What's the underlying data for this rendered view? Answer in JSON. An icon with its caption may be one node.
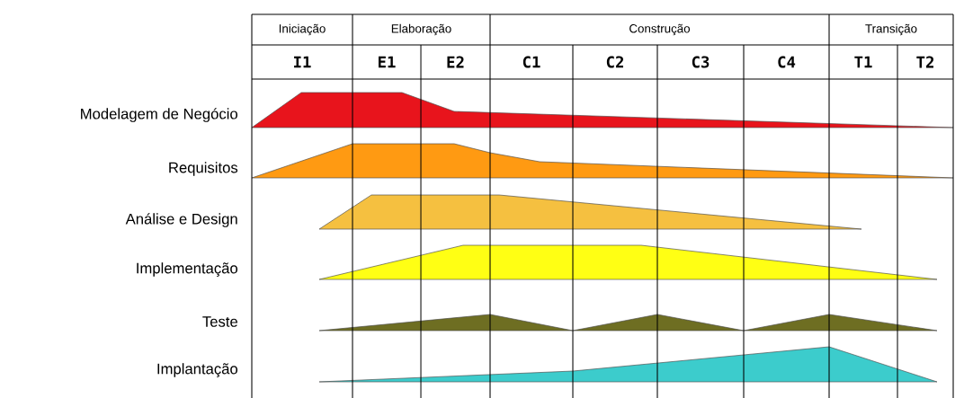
{
  "diagram": {
    "labels": [
      "Iniciação",
      "Elaboração",
      "Construção",
      "Transição",
      "I1",
      "E1",
      "E2",
      "C1",
      "C2",
      "C3",
      "C4",
      "T1",
      "T2",
      "Modelagem de Negócio",
      "Requisitos",
      "Análise e Design",
      "Implementação",
      "Teste",
      "Implantação"
    ]
  }
}
